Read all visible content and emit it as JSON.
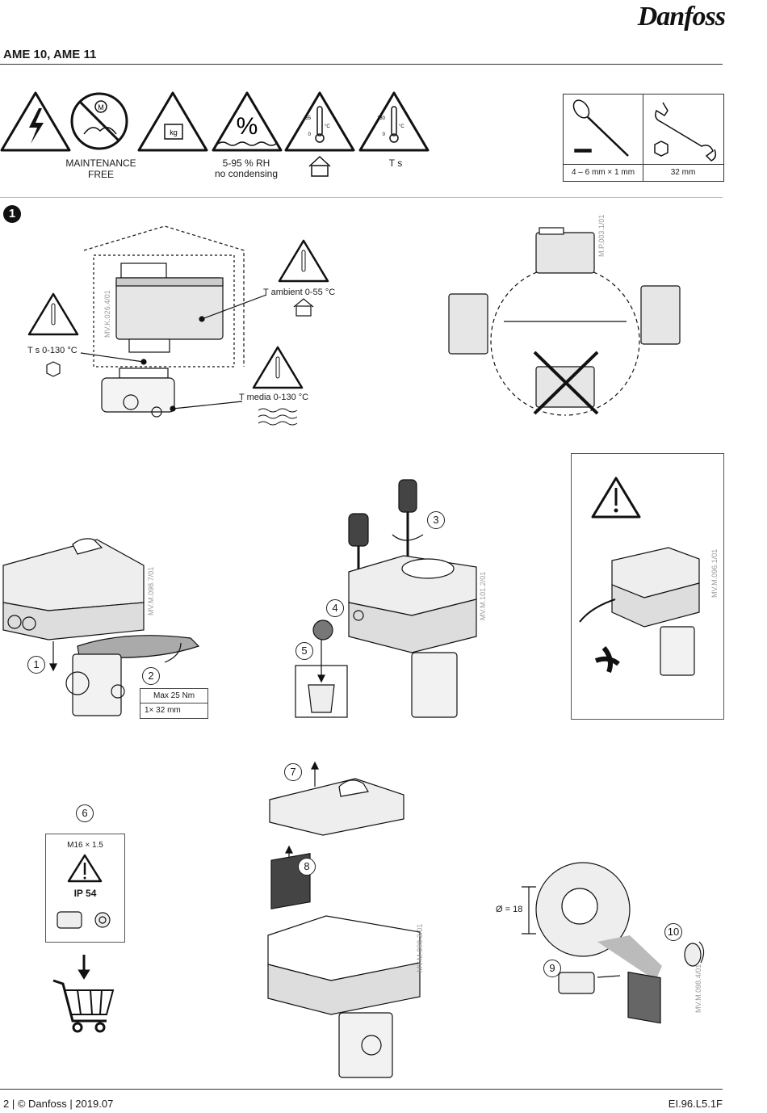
{
  "header": {
    "brand": "Danfoss",
    "title": "AME 10, AME 11"
  },
  "icons_row": {
    "maintenance": "MAINTENANCE\nFREE",
    "humidity_line1": "5-95 % RH",
    "humidity_line2": "no condensing",
    "ts": "T s",
    "percent": "%",
    "kg": "kg",
    "m": "M",
    "therm1_top": "55",
    "therm1_bottom": "0",
    "therm1_unit": "°C",
    "therm2_top": "130",
    "therm2_bottom": "0",
    "therm2_unit": "°C"
  },
  "tools": {
    "screwdriver": "4 – 6 mm × 1 mm",
    "wrench": "32 mm"
  },
  "section1": {
    "number": "1",
    "t_ambient": "T ambient 0-55 °C",
    "ts_range": "T s 0-130 °C",
    "t_media": "T media 0-130 °C",
    "ref1": "MV.K.026.4/01",
    "ref2": "M.P.003.1/01"
  },
  "install": {
    "step1": "1",
    "step2": "2",
    "spec_torque": "Max 25 Nm",
    "spec_wrench": "1× 32 mm",
    "ref3": "MV.M.098.7/01"
  },
  "open": {
    "step3": "3",
    "step4": "4",
    "step5": "5",
    "ref4": "MV.M.101.2/01"
  },
  "warning": {
    "ref": "MV.M.096.1/01"
  },
  "cable": {
    "step6": "6",
    "thread": "M16 × 1.5",
    "ip": "IP 54"
  },
  "cover": {
    "step7": "7",
    "step8": "8",
    "ref5": "MV.M.098.3/01"
  },
  "gland": {
    "diameter": "Ø = 18",
    "step9": "9",
    "step10": "10",
    "ref6": "MV.M.098.4/01"
  },
  "footer": {
    "left": "2 | © Danfoss | 2019.07",
    "right": "EI.96.L5.1F"
  }
}
